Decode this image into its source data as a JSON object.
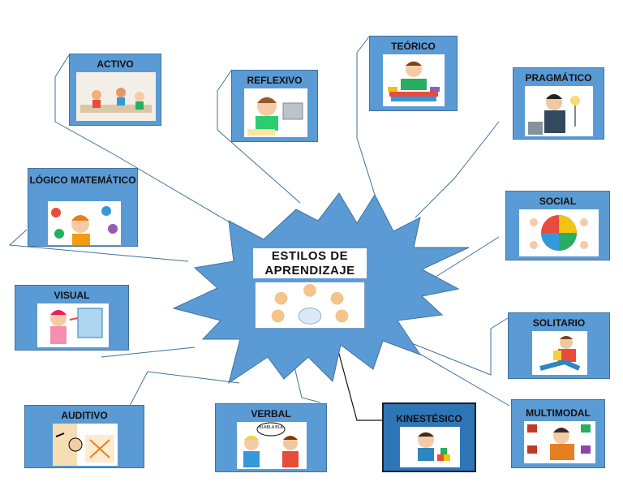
{
  "center": {
    "title_line1": "ESTILOS DE",
    "title_line2": "APRENDIZAJE"
  },
  "styles": [
    {
      "id": "activo",
      "label": "ACTIVO"
    },
    {
      "id": "reflexivo",
      "label": "REFLEXIVO"
    },
    {
      "id": "teorico",
      "label": "TEÓRICO"
    },
    {
      "id": "pragmatico",
      "label": "PRAGMÁTICO"
    },
    {
      "id": "logico",
      "label": "LÓGICO MATEMÁTICO"
    },
    {
      "id": "social",
      "label": "SOCIAL"
    },
    {
      "id": "visual",
      "label": "VISUAL"
    },
    {
      "id": "solitario",
      "label": "SOLITARIO"
    },
    {
      "id": "auditivo",
      "label": "AUDITIVO"
    },
    {
      "id": "verbal",
      "label": "VERBAL"
    },
    {
      "id": "kinestesico",
      "label": "KINESTÉSICO"
    },
    {
      "id": "multimodal",
      "label": "MULTIMODAL"
    }
  ],
  "colors": {
    "box_fill": "#5b9bd5",
    "box_border": "#41719c",
    "starburst_fill": "#5b9bd5",
    "connector": "#41719c",
    "kinestesico_box": "#2e75b6"
  },
  "picture_text": {
    "speech_bubble": "BLABLA BLA"
  }
}
